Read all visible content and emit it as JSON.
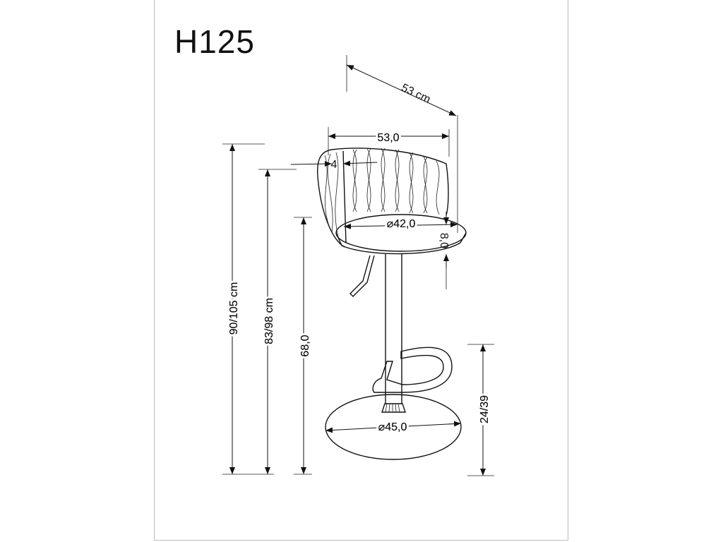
{
  "model": "H125",
  "dimensions": {
    "depth_cm": "53 cm",
    "width": "53,0",
    "back_thickness": "4",
    "seat_diameter": "⌀42,0",
    "seat_thickness": "8,0",
    "total_height": "90/105 cm",
    "arm_height": "83/98 cm",
    "seat_height": "68,0",
    "footrest_height": "24/39",
    "base_diameter": "⌀45,0"
  }
}
